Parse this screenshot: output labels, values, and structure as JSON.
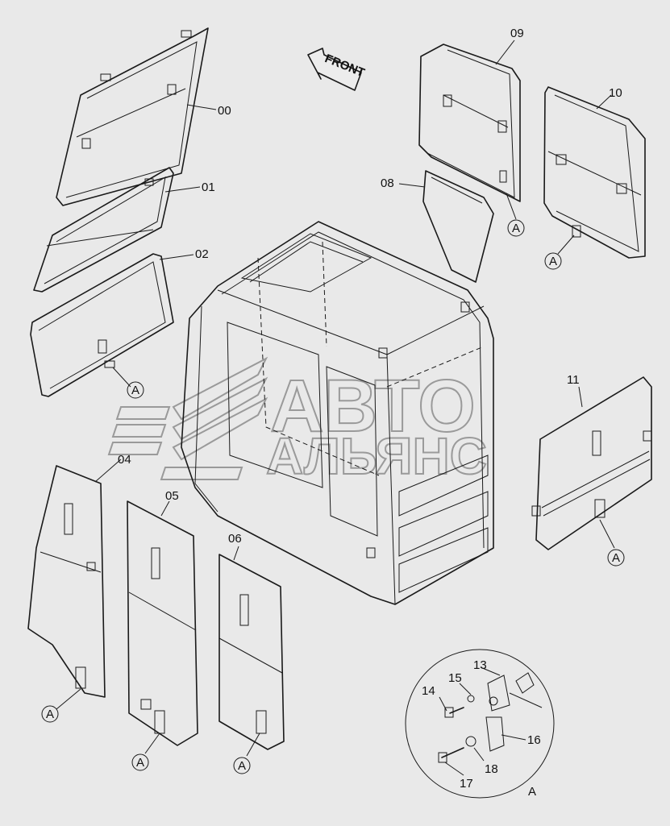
{
  "front_label": "FRONT",
  "callouts": {
    "c00": "00",
    "c01": "01",
    "c02": "02",
    "c04": "04",
    "c05": "05",
    "c06": "06",
    "c08": "08",
    "c09": "09",
    "c10": "10",
    "c11": "11",
    "c13": "13",
    "c14": "14",
    "c15": "15",
    "c16": "16",
    "c17": "17",
    "c18": "18"
  },
  "detail_ref": "A",
  "detail_caption": "A",
  "watermark": {
    "line1": "АВТО",
    "line2": "АЛЬЯНС"
  }
}
